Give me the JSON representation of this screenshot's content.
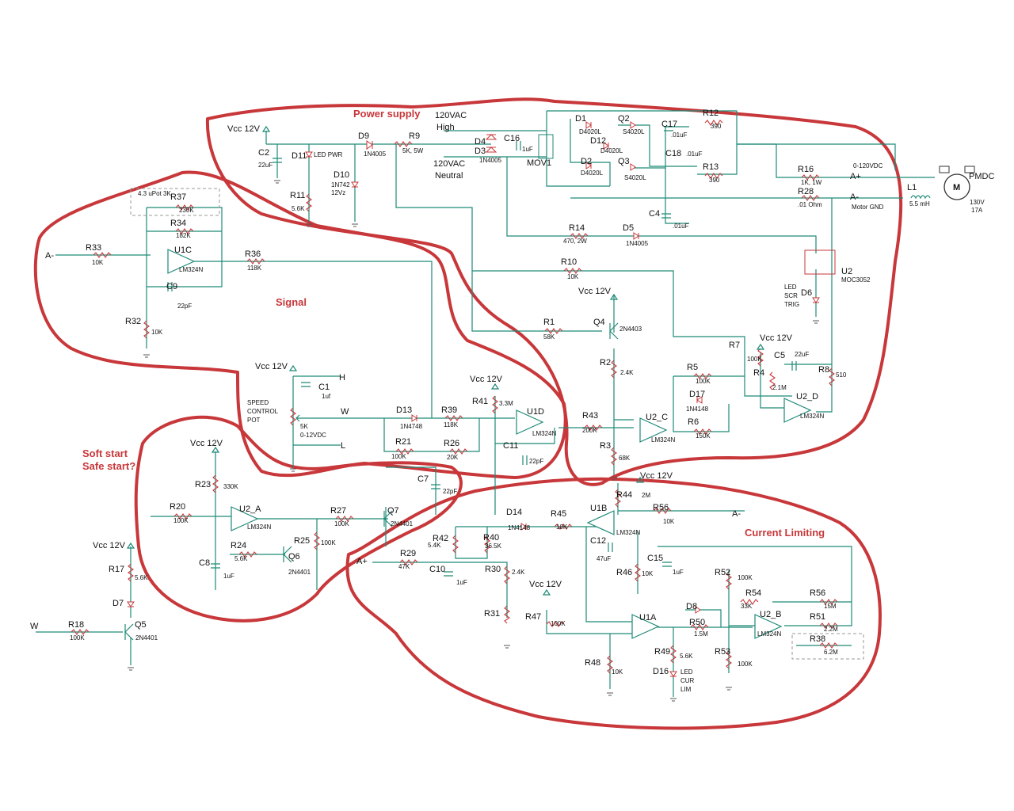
{
  "regions": {
    "power_supply": "Power supply",
    "signal": "Signal",
    "soft_start_1": "Soft start",
    "soft_start_2": "Safe start?",
    "current_limiting": "Current Limiting"
  },
  "labels": {
    "vcc": "Vcc 12V",
    "ac_high_1": "120VAC",
    "ac_high_2": "High",
    "ac_neutral_1": "120VAC",
    "ac_neutral_2": "Neutral",
    "a_minus": "A-",
    "a_plus": "A+",
    "out_range": "0-120VDC",
    "motor_gnd": "Motor GND",
    "pmdc": "PMDC",
    "motor_m": "M",
    "motor_v": "130V",
    "motor_a": "17A",
    "pot_1": "SPEED",
    "pot_2": "CONTROL",
    "pot_3": "POT",
    "pot_range": "0-12VDC",
    "h": "H",
    "w": "W",
    "l": "L",
    "led_pwr": "LED PWR",
    "led_scr_1": "LED",
    "led_scr_2": "SCR",
    "led_scr_3": "TRIG",
    "led_cur_1": "LED",
    "led_cur_2": "CUR",
    "led_cur_3": "LIM"
  },
  "components": {
    "C2": "C2",
    "C2v": "22uF",
    "D11": "D11",
    "R11": "R11",
    "R11v": "5.6K",
    "D9": "D9",
    "D9v": "1N4005",
    "D10": "D10",
    "D10v": "1N742",
    "D10v2": "12Vz",
    "R9": "R9",
    "R9v": "5K, 5W",
    "D4": "D4",
    "D3": "D3",
    "D3v": "1N4005",
    "C16": "C16",
    "C16v": "1uF",
    "MOV1": "MOV1",
    "D1": "D1",
    "D1v": "D4020L",
    "D2": "D2",
    "D2v": "D4020L",
    "D12": "D12",
    "D12v": "D4020L",
    "Q2": "Q2",
    "Q2v": "S4020L",
    "Q3": "Q3",
    "Q3v": "S4020L",
    "C17": "C17",
    "C17v": ".01uF",
    "C18": "C18",
    "C18v": ".01uF",
    "R12": "R12",
    "R12v": "390",
    "R13": "R13",
    "R13v": "390",
    "R16": "R16",
    "R16v": "1K, 1W",
    "R28": "R28",
    "R28v": ".01 Ohm",
    "L1": "L1",
    "L1v": "5.5 mH",
    "C4": "C4",
    "C4v": ".01uF",
    "R14": "R14",
    "R14v": "470, 2W",
    "D5": "D5",
    "D5v": "1N4005",
    "U2": "U2",
    "U2v": "MOC3052",
    "D6": "D6",
    "R10": "R10",
    "R10v": "10K",
    "R1": "R1",
    "R1v": "58K",
    "Q4": "Q4",
    "Q4v": "2N4403",
    "R2": "R2",
    "R2v": "2.4K",
    "R3": "R3",
    "R3v": "68K",
    "R7": "R7",
    "R7v": "100K",
    "C5": "C5",
    "C5v": "22uF",
    "R4": "R4",
    "R4v": "2.1M",
    "R8": "R8",
    "R8v": "510",
    "R5": "R5",
    "R5v": "100K",
    "D17": "D17",
    "D17v": "1N4148",
    "R6": "R6",
    "R6v": "150K",
    "U2D": "U2_D",
    "U2Dv": "LM324N",
    "U2C": "U2_C",
    "U2Cv": "LM324N",
    "R43": "R43",
    "R43v": "200K",
    "R37": "R37",
    "R37v": "230K",
    "R37box": "4.3 uPot 3K",
    "R34": "R34",
    "R34v": "182K",
    "R33": "R33",
    "R33v": "10K",
    "U1C": "U1C",
    "U1Cv": "LM324N",
    "R36": "R36",
    "R36v": "118K",
    "C9": "C9",
    "C9v": "22pF",
    "R32": "R32",
    "R32v": "10K",
    "C1": "C1",
    "C1v": "1uf",
    "POT": "5K",
    "D13": "D13",
    "D13v": "1N4748",
    "R39": "R39",
    "R39v": "118K",
    "R41": "R41",
    "R41v": "3.3M",
    "U1D": "U1D",
    "U1Dv": "LM324N",
    "R21": "R21",
    "R21v": "100K",
    "R26": "R26",
    "R26v": "20K",
    "C11": "C11",
    "C11v": "22pF",
    "C7": "C7",
    "C7v": "22pF",
    "R23": "R23",
    "R23v": "330K",
    "R20": "R20",
    "R20v": "100K",
    "U2A": "U2_A",
    "U2Av": "LM324N",
    "R27": "R27",
    "R27v": "100K",
    "Q7": "Q7",
    "Q7v": "2N4401",
    "R25": "R25",
    "R25v": "100K",
    "C8": "C8",
    "C8v": "1uF",
    "R24": "R24",
    "R24v": "5.6K",
    "Q6": "Q6",
    "Q6v": "2N4401",
    "R17": "R17",
    "R17v": "5.6K",
    "D7": "D7",
    "R18": "R18",
    "R18v": "100K",
    "Q5": "Q5",
    "Q5v": "2N4401",
    "D14": "D14",
    "D14v": "1N4148",
    "R45": "R45",
    "R45v": "10K",
    "U1B": "U1B",
    "U1Bv": "LM324N",
    "R44": "R44",
    "R44v": "2M",
    "R56a": "R56",
    "R56av": "10K",
    "R42": "R42",
    "R42v": "5.4K",
    "R40": "R40",
    "R40v": "36.5K",
    "C12": "C12",
    "C12v": "47uF",
    "C15": "C15",
    "C15v": "1uF",
    "R46": "R46",
    "R46v": "10K",
    "R29": "R29",
    "R29v": "47K",
    "C10": "C10",
    "C10v": "1uF",
    "R30": "R30",
    "R30v": "2.4K",
    "R31": "R31",
    "R47": "R47",
    "R47v": "100K",
    "U1A": "U1A",
    "R48": "R48",
    "R48v": "10K",
    "D8": "D8",
    "R50": "R50",
    "R50v": "1.5M",
    "R49": "R49",
    "R49v": "5.6K",
    "D16": "D16",
    "R52": "R52",
    "R52v": "100K",
    "R54": "R54",
    "R54v": "33K",
    "U2B": "U2_B",
    "U2Bv": "LM324N",
    "R56b": "R56",
    "R56bv": "15M",
    "R51": "R51",
    "R51v": "2.2M",
    "R38": "R38",
    "R38v": "6.2M",
    "R53": "R53",
    "R53v": "100K"
  },
  "colors": {
    "region": "#c8373a",
    "wire": "#1f8a78",
    "text": "#111111"
  }
}
